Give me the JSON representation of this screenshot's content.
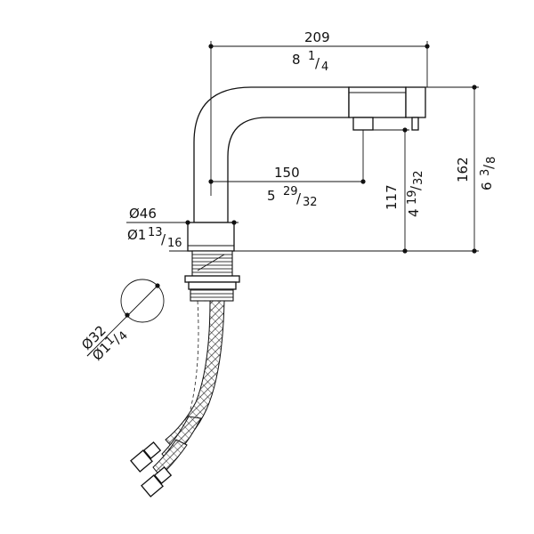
{
  "dimensions": {
    "overall_width": {
      "value": "209",
      "imperial_whole": "8",
      "imperial_num": "1",
      "imperial_den": "4"
    },
    "spout_reach": {
      "value": "150",
      "imperial_whole": "5",
      "imperial_num": "29",
      "imperial_den": "32"
    },
    "outlet_height": {
      "value": "117",
      "imperial_whole": "4",
      "imperial_num": "19",
      "imperial_den": "32"
    },
    "overall_height": {
      "value": "162",
      "imperial_whole": "6",
      "imperial_num": "3",
      "imperial_den": "8"
    },
    "base_diameter": {
      "value": "Ø46",
      "imperial_whole": "Ø1",
      "imperial_num": "13",
      "imperial_den": "16"
    },
    "hole_diameter": {
      "value": "Ø32",
      "imperial_whole": "Ø1",
      "imperial_num": "1",
      "imperial_den": "4"
    }
  },
  "colors": {
    "line": "#111111",
    "background": "#ffffff"
  }
}
